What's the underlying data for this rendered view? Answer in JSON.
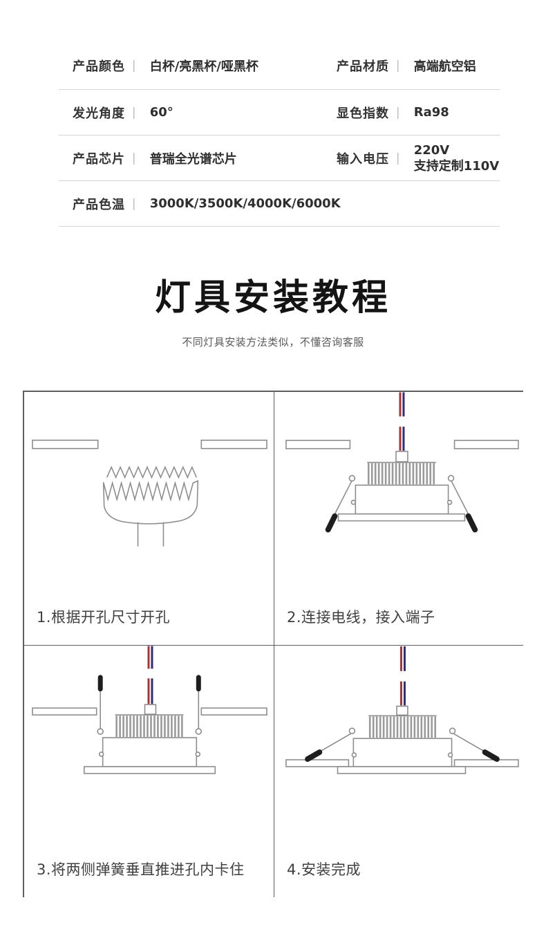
{
  "specs": {
    "separator": "|",
    "left_rows": [
      {
        "label": "产品颜色",
        "value": "白杯/亮黑杯/哑黑杯"
      },
      {
        "label": "发光角度",
        "value": "60°"
      },
      {
        "label": "产品芯片",
        "value": "普瑞全光谱芯片"
      },
      {
        "label": "产品色温",
        "value": "3000K/3500K/4000K/6000K"
      }
    ],
    "right_rows": [
      {
        "label": "产品材质",
        "value": "高端航空铝"
      },
      {
        "label": "显色指数",
        "value": "Ra98"
      },
      {
        "label": "输入电压",
        "value": "220V",
        "value2": "支持定制110V"
      }
    ]
  },
  "tutorial": {
    "title": "灯具安装教程",
    "subtitle": "不同灯具安装方法类似，不懂咨询客服",
    "steps": [
      {
        "caption": "1.根据开孔尺寸开孔",
        "icon": "hole-saw-diagram"
      },
      {
        "caption": "2.连接电线，接入端子",
        "icon": "downlight-wiring-diagram"
      },
      {
        "caption": "3.将两侧弹簧垂直推进孔内卡住",
        "icon": "downlight-springs-up-diagram"
      },
      {
        "caption": "4.安装完成",
        "icon": "downlight-installed-diagram"
      }
    ]
  },
  "colors": {
    "wire_red": "#ac3135",
    "wire_blue": "#2e2d75",
    "diagram_line": "#8d8d8d",
    "spring_tip_black": "#1e1e1e",
    "divider_gray": "#d5d5d5"
  }
}
